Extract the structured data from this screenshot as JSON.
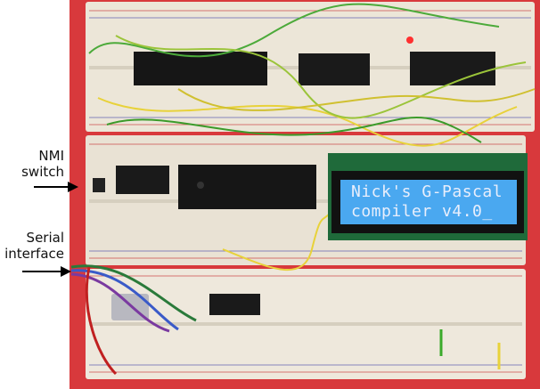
{
  "annotations": {
    "nmi": {
      "line1": "NMI",
      "line2": "switch"
    },
    "serial": {
      "line1": "Serial",
      "line2": "interface"
    }
  },
  "lcd": {
    "line1": "Nick's G-Pascal",
    "line2": "compiler v4.0_"
  },
  "colors": {
    "background": "#d8393c",
    "breadboard": "#ece6d8",
    "lcd_screen": "#4aa8f0"
  }
}
